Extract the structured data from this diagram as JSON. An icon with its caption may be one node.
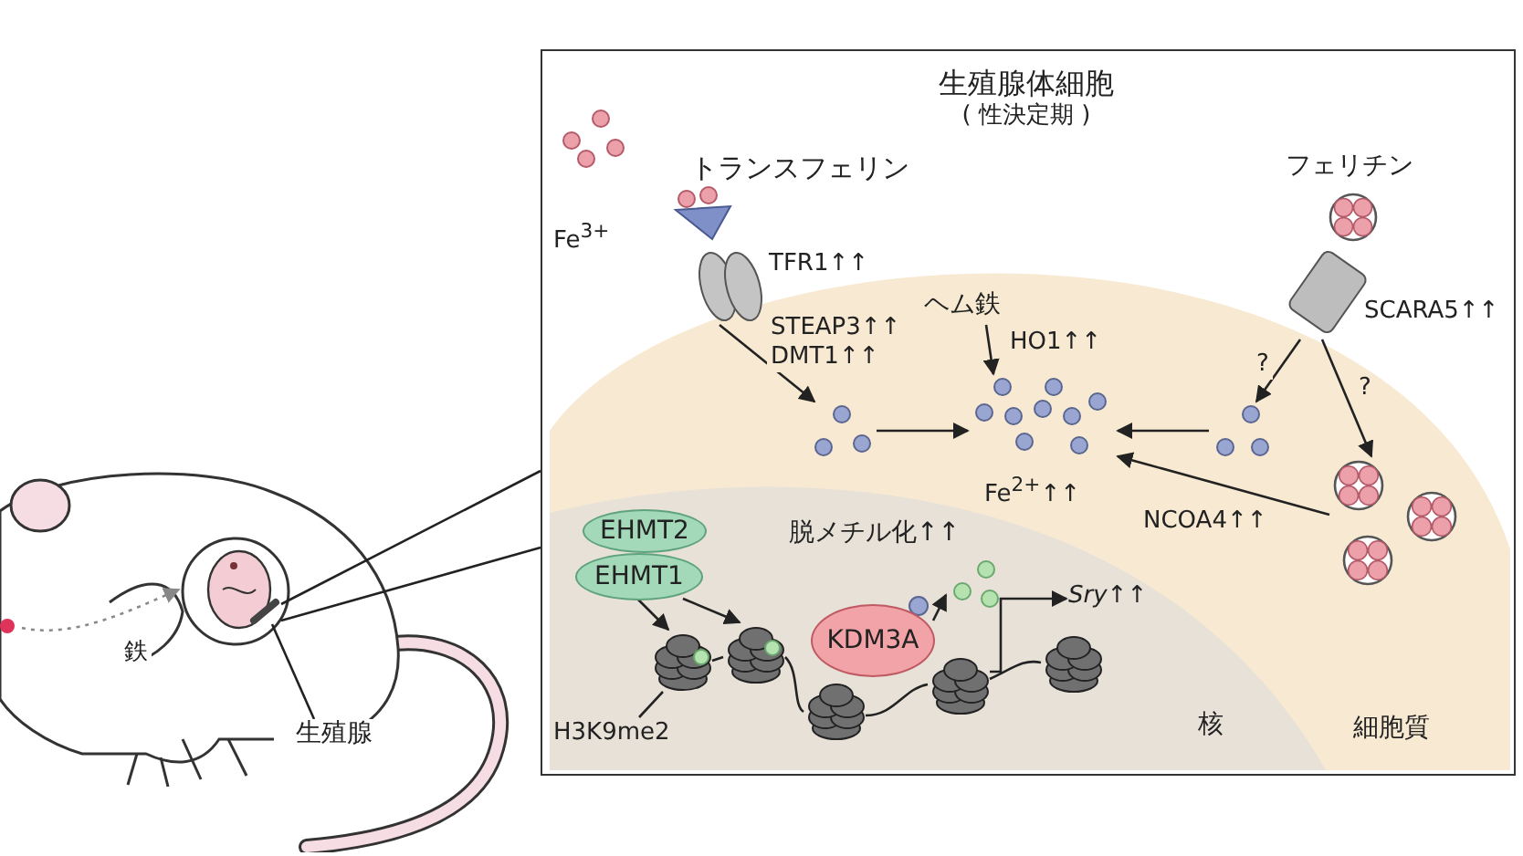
{
  "diagram": {
    "nodes": [
      {
        "text": [],
        "shape": "picture"
      },
      {
        "text": [],
        "shape": "picture",
        "in": 0
      },
      {
        "text": [],
        "shape": "bar",
        "in": 1
      },
      {
        "text": [
          "生殖腺"
        ],
        "in": 0
      },
      {
        "text": [
          "生殖腺体細胞",
          "( 性決定期 )"
        ]
      },
      {
        "text": [
          "細胞質"
        ],
        "in": 4
      },
      {
        "text": [
          "核"
        ],
        "in": 5
      },
      {
        "text": [
          "Fe$^{3+}$"
        ],
        "in": 4
      },
      {
        "text": [
          "トランスフェリン"
        ],
        "in": 4
      },
      {
        "text": [
          "TFR1↑↑"
        ],
        "in": 4
      },
      {
        "text": [
          "ヘム鉄"
        ],
        "in": 5
      },
      {
        "text": [
          "フェリチン"
        ],
        "in": 4
      },
      {
        "text": [
          "SCARA5↑↑"
        ],
        "in": 4
      },
      {
        "text": [],
        "shape": "circle",
        "in": 5
      },
      {
        "text": [
          "Fe$^{2+}$↑↑"
        ],
        "in": 5
      },
      {
        "text": [],
        "shape": "circle",
        "in": 5
      },
      {
        "text": [],
        "shape": "circle",
        "in": 5
      },
      {
        "text": [
          "EHMT2"
        ],
        "in": 6
      },
      {
        "text": [
          "EHMT1"
        ],
        "in": 6
      },
      {
        "text": [],
        "shape": "cylinder",
        "in": 6
      },
      {
        "text": [],
        "shape": "cylinder",
        "in": 6
      },
      {
        "text": [],
        "shape": "cylinder",
        "in": 6
      },
      {
        "text": [
          "KDM3A"
        ],
        "in": 6
      },
      {
        "text": [],
        "shape": "cylinder",
        "in": 6
      },
      {
        "text": [],
        "shape": "circle",
        "in": 6
      },
      {
        "text": [
          "*Sry*↑↑"
        ],
        "in": 6
      },
      {
        "text": [],
        "shape": "cylinder",
        "in": 6
      },
      {
        "text": [
          "H3K9me2"
        ],
        "in": 6
      }
    ],
    "edges": [
      {
        "from": null,
        "to": 1,
        "arrow": "to",
        "style": "dashed",
        "color": "#888888",
        "label": "鉄"
      },
      {
        "from": 3,
        "to": 2,
        "arrow": "none"
      },
      {
        "from": 2,
        "to": 4,
        "arrow": "none"
      },
      {
        "from": 9,
        "to": 13,
        "arrow": "to",
        "label": "STEAP3↑↑ DMT1↑↑"
      },
      {
        "from": 13,
        "to": 14,
        "arrow": "to"
      },
      {
        "from": 10,
        "to": 14,
        "arrow": "to",
        "label": "HO1↑↑"
      },
      {
        "from": 12,
        "to": 15,
        "arrow": "to",
        "label": "?"
      },
      {
        "from": 12,
        "to": 16,
        "arrow": "to",
        "label": "?"
      },
      {
        "from": 15,
        "to": 14,
        "arrow": "to"
      },
      {
        "from": 16,
        "to": 14,
        "arrow": "to",
        "label": "NCOA4↑↑"
      },
      {
        "from": 18,
        "to": 19,
        "arrow": "to"
      },
      {
        "from": 18,
        "to": 20,
        "arrow": "to"
      },
      {
        "from": 27,
        "to": 19,
        "arrow": "none"
      },
      {
        "from": 22,
        "to": 24,
        "arrow": "to"
      },
      {
        "from": 19,
        "to": 20,
        "arrow": "none"
      },
      {
        "from": 20,
        "to": 21,
        "arrow": "none"
      },
      {
        "from": 21,
        "to": 23,
        "arrow": "none"
      },
      {
        "from": 23,
        "to": 26,
        "arrow": "none"
      },
      {
        "from": 23,
        "to": 25,
        "arrow": "to"
      }
    ],
    "labels": [
      "脱メチル化↑↑"
    ]
  }
}
